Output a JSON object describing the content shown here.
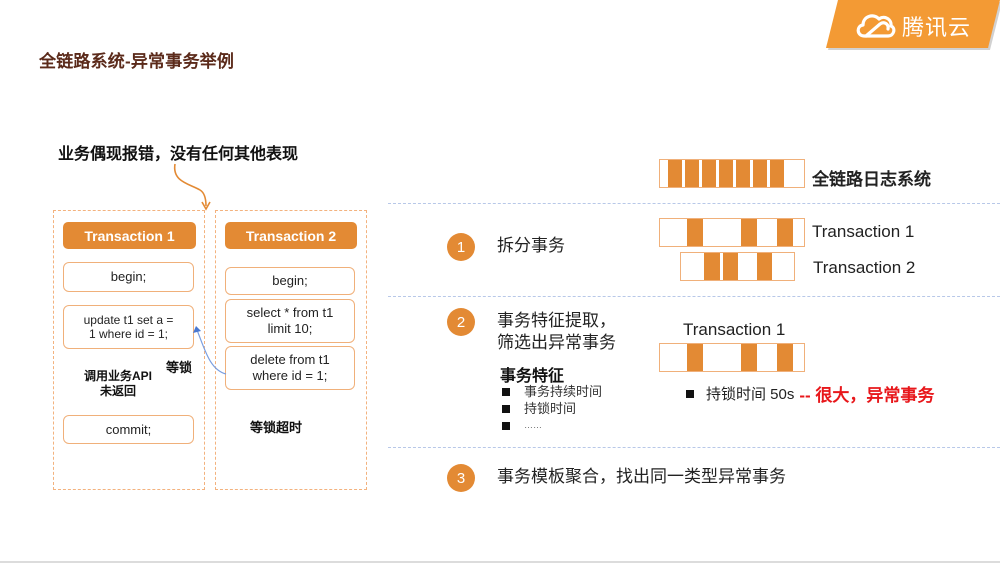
{
  "title": "全链路系统-异常事务举例",
  "logo": {
    "text": "腾讯云",
    "icon": "cloud-icon",
    "color": "#f39a34"
  },
  "callout": "业务偶现报错，没有任何其他表现",
  "transactions": [
    {
      "header": "Transaction 1",
      "statements": [
        "begin;",
        "update t1 set a = 1 where id = 1;",
        "commit;"
      ],
      "note": "调用业务API未返回",
      "note_lines": [
        "调用业务API",
        "未返回"
      ]
    },
    {
      "header": "Transaction 2",
      "statements": [
        "begin;",
        "select * from t1 limit 10;",
        "delete from t1 where id = 1;"
      ],
      "statement_lines": [
        [
          "begin;"
        ],
        [
          "select * from t1",
          "limit 10;"
        ],
        [
          "delete from t1",
          "where id = 1;"
        ]
      ],
      "note": "等锁超时"
    }
  ],
  "stmt_lines": {
    "t1_update": [
      "update t1 set a =",
      "1 where id = 1;"
    ]
  },
  "wait_label": "等锁",
  "log_system": {
    "label": "全链路日志系统"
  },
  "steps": [
    {
      "number": "1",
      "text": "拆分事务",
      "bars": [
        {
          "label": "Transaction 1"
        },
        {
          "label": "Transaction 2"
        }
      ]
    },
    {
      "number": "2",
      "text_lines": [
        "事务特征提取，",
        "筛选出异常事务"
      ],
      "features_title": "事务特征",
      "features": [
        "事务持续时间",
        "持锁时间",
        "……"
      ],
      "bar_label": "Transaction 1",
      "finding": {
        "text": "持锁时间 50s",
        "highlight": "-- 很大，异常事务",
        "highlight_color": "#e8171b"
      }
    },
    {
      "number": "3",
      "text": "事务模板聚合，找出同一类型异常事务"
    }
  ],
  "colors": {
    "accent": "#e38a34",
    "title": "#5b2a1a",
    "divider": "#b8c8e8"
  }
}
